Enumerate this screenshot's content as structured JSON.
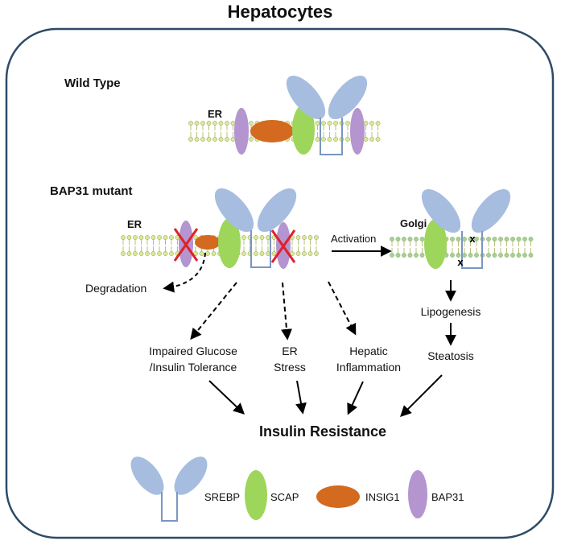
{
  "title": "Hepatocytes",
  "wild_type": {
    "heading": "Wild Type",
    "er_label": "ER"
  },
  "mutant": {
    "heading": "BAP31 mutant",
    "er_label": "ER",
    "golgi_label": "Golgi",
    "activation_label": "Activation",
    "degradation_label": "Degradation",
    "cleavage_mark": "x"
  },
  "outcomes": {
    "glucose_line1": "Impaired Glucose",
    "glucose_line2": "/Insulin Tolerance",
    "er_stress_line1": "ER",
    "er_stress_line2": "Stress",
    "hepatic_line1": "Hepatic",
    "hepatic_line2": "Inflammation",
    "lipogenesis": "Lipogenesis",
    "steatosis": "Steatosis",
    "insulin_resistance": "Insulin Resistance"
  },
  "legend": {
    "srebp": "SREBP",
    "scap": "SCAP",
    "insig1": "INSIG1",
    "bap31": "BAP31"
  },
  "colors": {
    "srebp": "#a6bde0",
    "scap": "#9dd65a",
    "insig1": "#d36a1f",
    "bap31": "#b495cf",
    "membrane_head": "#d9e89a",
    "golgi_head": "#9ed59a",
    "cross": "#e0202a",
    "border": "#2d4a66"
  }
}
